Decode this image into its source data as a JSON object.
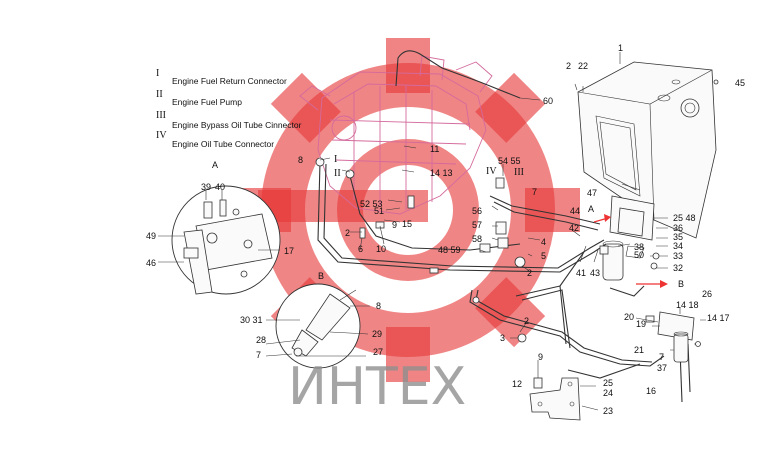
{
  "legend": {
    "items": [
      {
        "numeral": "I",
        "text": "Engine Fuel Return Connector"
      },
      {
        "numeral": "II",
        "text": "Engine Fuel Pump"
      },
      {
        "numeral": "III",
        "text": "Engine Bypass Oil Tube Cinnector"
      },
      {
        "numeral": "IV",
        "text": "Engine Oil Tube Connector"
      }
    ]
  },
  "detail_a": {
    "title": "A"
  },
  "detail_b": {
    "title": "B"
  },
  "watermark": {
    "text": "ИНТЕХ"
  },
  "callouts": {
    "c1": "1",
    "c2a": "2",
    "c22": "22",
    "c45": "45",
    "c60": "60",
    "c8a": "8",
    "cIa": "I",
    "cIIa": "II",
    "c11": "11",
    "c1413": "14 13",
    "c5455": "54 55",
    "cIV": "IV",
    "cIII": "III",
    "c7a": "7",
    "c47": "47",
    "c5253": "52 53",
    "c51": "51",
    "c15": "15",
    "c56": "56",
    "cA": "A",
    "c44": "44",
    "c2548": "25 48",
    "c36": "36",
    "c35": "35",
    "c34": "34",
    "c33": "33",
    "c32": "32",
    "c2b": "2",
    "c6": "6",
    "c9a": "9",
    "c10": "10",
    "c57": "57",
    "c42": "42",
    "c58": "58",
    "c4859": "48 59",
    "c4": "4",
    "c5": "5",
    "c38": "38",
    "c50": "50",
    "c41": "41",
    "c43": "43",
    "c2c": "2",
    "cBa": "B",
    "c26": "26",
    "c1418": "14 18",
    "c20": "20",
    "c19": "19",
    "c1417": "14 17",
    "c2d": "2",
    "c3": "3",
    "c21": "21",
    "c7b": "7",
    "c37": "37",
    "c16": "16",
    "c9b": "9",
    "c12": "12",
    "c25": "25",
    "c24": "24",
    "c23": "23",
    "cA39": "39",
    "cA40": "40",
    "cA49": "49",
    "cA46": "46",
    "cA17": "17",
    "cB8": "8",
    "cB3031": "30 31",
    "cB29": "29",
    "cB28": "28",
    "cB7": "7",
    "cB27": "27"
  }
}
